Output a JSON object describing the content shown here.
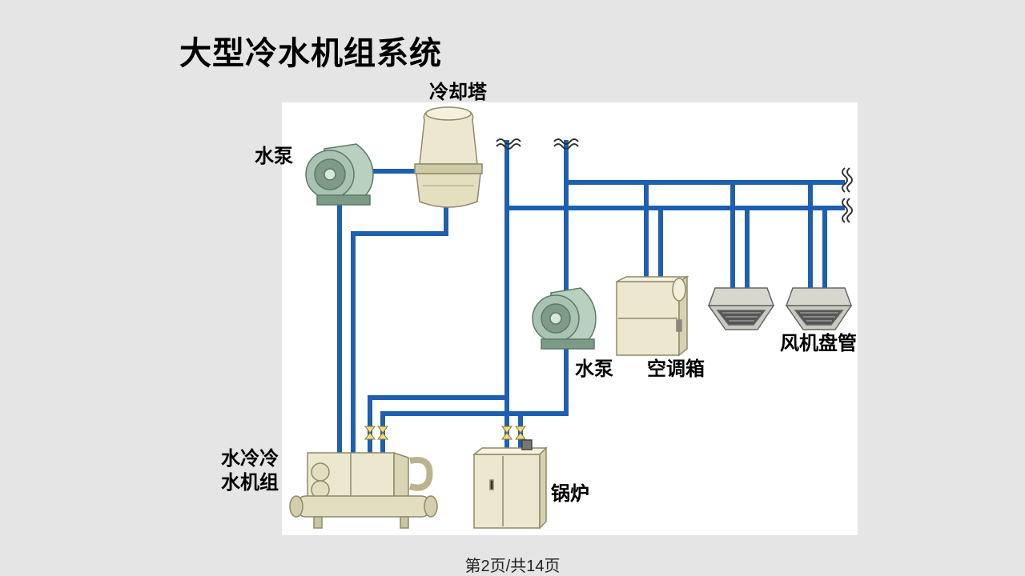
{
  "slide": {
    "title": "大型冷水机组系统",
    "footer": "第2页/共14页"
  },
  "labels": {
    "cooling_tower": "冷却塔",
    "pump_top": "水泵",
    "pump_middle": "水泵",
    "air_handler": "空调箱",
    "fan_coil": "风机盘管",
    "chiller_line1": "水冷冷",
    "chiller_line2": "水机组",
    "boiler": "锅炉"
  },
  "colors": {
    "background": "#e5e5e5",
    "panel": "#ffffff",
    "pipe": "#1f5fb0",
    "equipment": "#e9e4c6",
    "equipment_dark": "#b9b48f",
    "valve": "#f2dd7a"
  }
}
